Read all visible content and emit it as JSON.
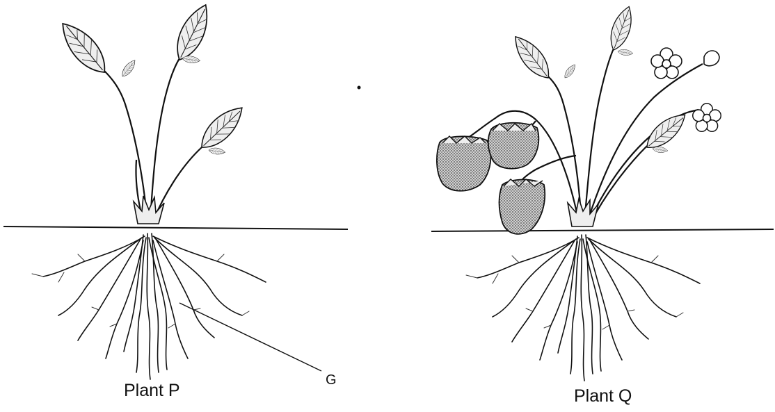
{
  "labels": {
    "plant_p": "Plant P",
    "plant_q": "Plant Q",
    "pointer": "G"
  },
  "colors": {
    "ink": "#111111",
    "fruit_fill": "#8a8a8a",
    "leaf_fill": "#eeeeee",
    "background": "#ffffff"
  }
}
